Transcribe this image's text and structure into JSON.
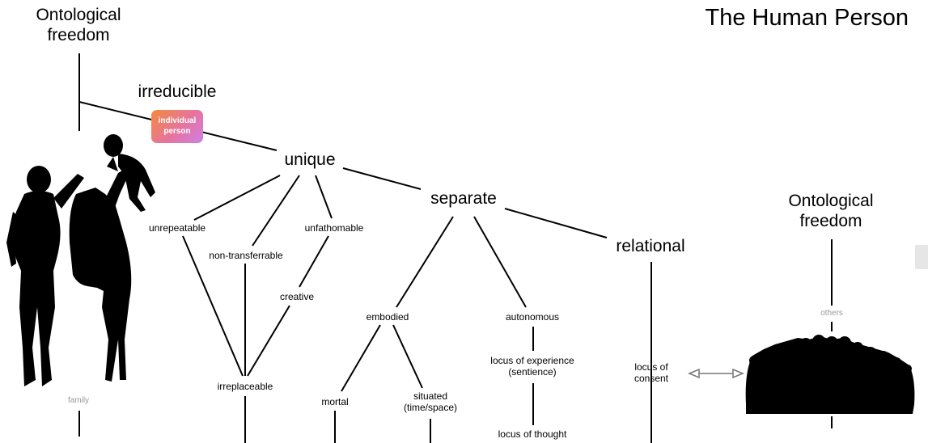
{
  "title": "The Human Person",
  "nodes": {
    "ontological_left": "Ontological\nfreedom",
    "ontological_right": "Ontological\nfreedom",
    "irreducible": "irreducible",
    "individual_person": "individual\nperson",
    "unique": "unique",
    "separate": "separate",
    "relational": "relational",
    "unrepeatable": "unrepeatable",
    "non_transferrable": "non-transferrable",
    "unfathomable": "unfathomable",
    "creative": "creative",
    "irreplaceable": "irreplaceable",
    "embodied": "embodied",
    "autonomous": "autonomous",
    "mortal": "mortal",
    "situated": "situated\n(time/space)",
    "locus_experience": "locus of experience\n(sentience)",
    "locus_thought": "locus of thought",
    "locus_consent": "locus of\nconsent",
    "family": "family",
    "others": "others"
  },
  "images": {
    "family_silhouette": "family-silhouette-icon",
    "crowd_silhouette": "crowd-silhouette-icon"
  }
}
